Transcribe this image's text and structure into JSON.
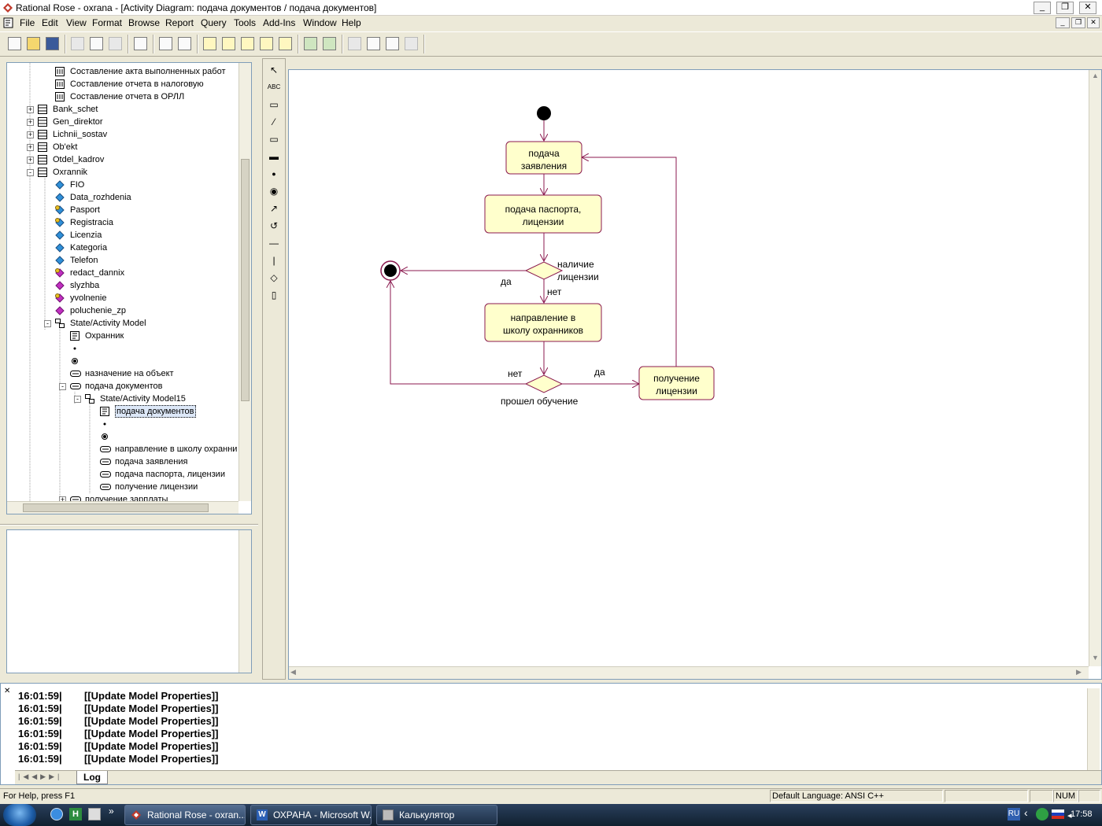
{
  "window": {
    "title": "Rational Rose - oxrana - [Activity Diagram: подача документов / подача документов]",
    "controls": {
      "minimize": "_",
      "restore": "❐",
      "close": "✕"
    }
  },
  "menu": [
    "File",
    "Edit",
    "View",
    "Format",
    "Browse",
    "Report",
    "Query",
    "Tools",
    "Add-Ins",
    "Window",
    "Help"
  ],
  "browser": {
    "items": [
      {
        "label": "Составление акта выполненных работ",
        "icon": "activity-diagram-icon"
      },
      {
        "label": "Составление отчета в налоговую",
        "icon": "activity-diagram-icon"
      },
      {
        "label": "Составление отчета в ОРЛЛ",
        "icon": "activity-diagram-icon"
      },
      {
        "label": "Bank_schet",
        "icon": "class-icon"
      },
      {
        "label": "Gen_direktor",
        "icon": "class-icon"
      },
      {
        "label": "Lichnii_sostav",
        "icon": "class-icon"
      },
      {
        "label": "Ob'ekt",
        "icon": "class-icon"
      },
      {
        "label": "Otdel_kadrov",
        "icon": "class-icon"
      },
      {
        "label": "Oxrannik",
        "icon": "class-icon"
      },
      {
        "label": "FIO",
        "icon": "attribute-icon"
      },
      {
        "label": "Data_rozhdenia",
        "icon": "attribute-icon"
      },
      {
        "label": "Pasport",
        "icon": "key-attribute-icon"
      },
      {
        "label": "Registracia",
        "icon": "key-attribute-icon"
      },
      {
        "label": "Licenzia",
        "icon": "attribute-icon"
      },
      {
        "label": "Kategoria",
        "icon": "attribute-icon"
      },
      {
        "label": "Telefon",
        "icon": "attribute-icon"
      },
      {
        "label": "redact_dannix",
        "icon": "key-operation-icon"
      },
      {
        "label": "slyzhba",
        "icon": "operation-icon"
      },
      {
        "label": "yvolnenie",
        "icon": "key-operation-icon"
      },
      {
        "label": "poluchenie_zp",
        "icon": "operation-icon"
      },
      {
        "label": "State/Activity Model",
        "icon": "state-model-icon"
      },
      {
        "label": "Охранник",
        "icon": "diagram-icon"
      },
      {
        "label": "",
        "icon": "start-state-icon"
      },
      {
        "label": "",
        "icon": "end-state-icon"
      },
      {
        "label": "назначение на объект",
        "icon": "activity-icon"
      },
      {
        "label": "подача документов",
        "icon": "activity-icon"
      },
      {
        "label": "State/Activity Model15",
        "icon": "state-model-icon"
      },
      {
        "label": "подача документов",
        "icon": "diagram-icon",
        "selected": true
      },
      {
        "label": "",
        "icon": "start-state-icon"
      },
      {
        "label": "",
        "icon": "end-state-icon"
      },
      {
        "label": "направление в школу охранни",
        "icon": "activity-icon"
      },
      {
        "label": "подача заявления",
        "icon": "activity-icon"
      },
      {
        "label": "подача паспорта, лицензии",
        "icon": "activity-icon"
      },
      {
        "label": "получение лицензии",
        "icon": "activity-icon"
      },
      {
        "label": "получение зарплаты",
        "icon": "activity-icon"
      }
    ]
  },
  "diagram": {
    "activities": {
      "a1": "подача\nзаявления",
      "a2": "подача паспорта,\nлицензии",
      "a3": "направление в\nшколу охранников",
      "a4": "получение\nлицензии"
    },
    "decisions": {
      "d1": "наличие\nлицензии",
      "d2": "прошел обучение"
    },
    "guards": {
      "d1_yes": "да",
      "d1_no": "нет",
      "d2_no": "нет",
      "d2_yes": "да"
    },
    "colors": {
      "activity_fill": "#ffffcc",
      "line": "#8b1a4f"
    }
  },
  "log": {
    "lines": [
      {
        "time": "16:01:59|",
        "msg": "[[Update Model Properties]]"
      },
      {
        "time": "16:01:59|",
        "msg": "[[Update Model Properties]]"
      },
      {
        "time": "16:01:59|",
        "msg": "[[Update Model Properties]]"
      },
      {
        "time": "16:01:59|",
        "msg": "[[Update Model Properties]]"
      },
      {
        "time": "16:01:59|",
        "msg": "[[Update Model Properties]]"
      },
      {
        "time": "16:01:59|",
        "msg": "[[Update Model Properties]]"
      }
    ],
    "tab": "Log"
  },
  "statusbar": {
    "help": "For Help, press F1",
    "language": "Default Language: ANSI C++",
    "num": "NUM"
  },
  "taskbar": {
    "tasks": [
      {
        "label": "Rational Rose - oxran...",
        "active": true
      },
      {
        "label": "ОХРАНА - Microsoft W...",
        "active": false
      },
      {
        "label": "Калькулятор",
        "active": false
      }
    ],
    "lang": "RU",
    "clock": "17:58"
  }
}
